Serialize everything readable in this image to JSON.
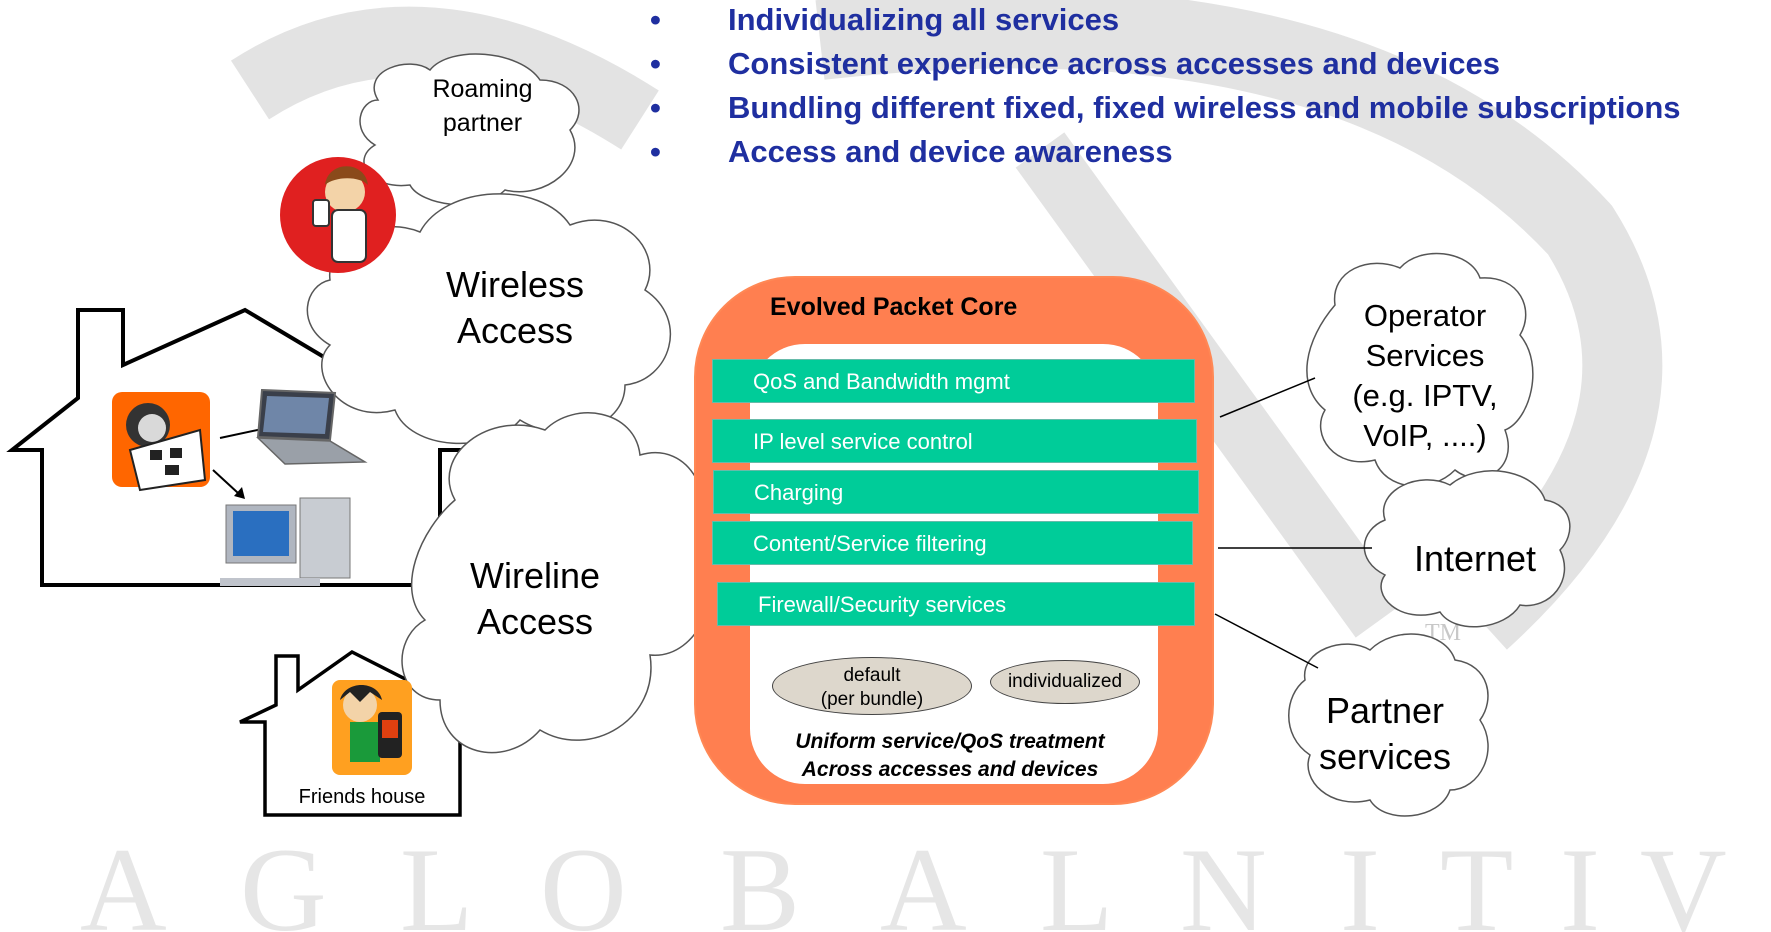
{
  "bullets": [
    "Individualizing all services",
    "Consistent experience across accesses and devices",
    "Bundling different fixed, fixed wireless and mobile subscriptions",
    "Access and device awareness"
  ],
  "clouds": {
    "roaming": [
      "Roaming",
      "partner"
    ],
    "wireless": [
      "Wireless",
      "Access"
    ],
    "wireline": [
      "Wireline",
      "Access"
    ],
    "operator": [
      "Operator",
      "Services",
      "(e.g. IPTV,",
      "VoIP, ....)"
    ],
    "internet": "Internet",
    "partner": [
      "Partner",
      "services"
    ]
  },
  "epc": {
    "title": "Evolved Packet Core",
    "bands": [
      "QoS and Bandwidth mgmt",
      "IP level service control",
      "Charging",
      "Content/Service  filtering",
      "Firewall/Security services"
    ],
    "ellipse_default": [
      "default",
      "(per bundle)"
    ],
    "ellipse_individualized": "individualized",
    "uniform": [
      "Uniform service/QoS treatment",
      "Across accesses and devices"
    ]
  },
  "friends_house": "Friends house",
  "watermark": "TM",
  "colors": {
    "bullet_text": "#1f2fa0",
    "epc_orange": "#ff7f50",
    "band_green": "#00cc99",
    "ellipse_fill": "#ddd7cc",
    "watermark_gray": "#e0e0e0",
    "phone_avatar_red": "#e02020",
    "avatar_orange": "#ff6600"
  }
}
